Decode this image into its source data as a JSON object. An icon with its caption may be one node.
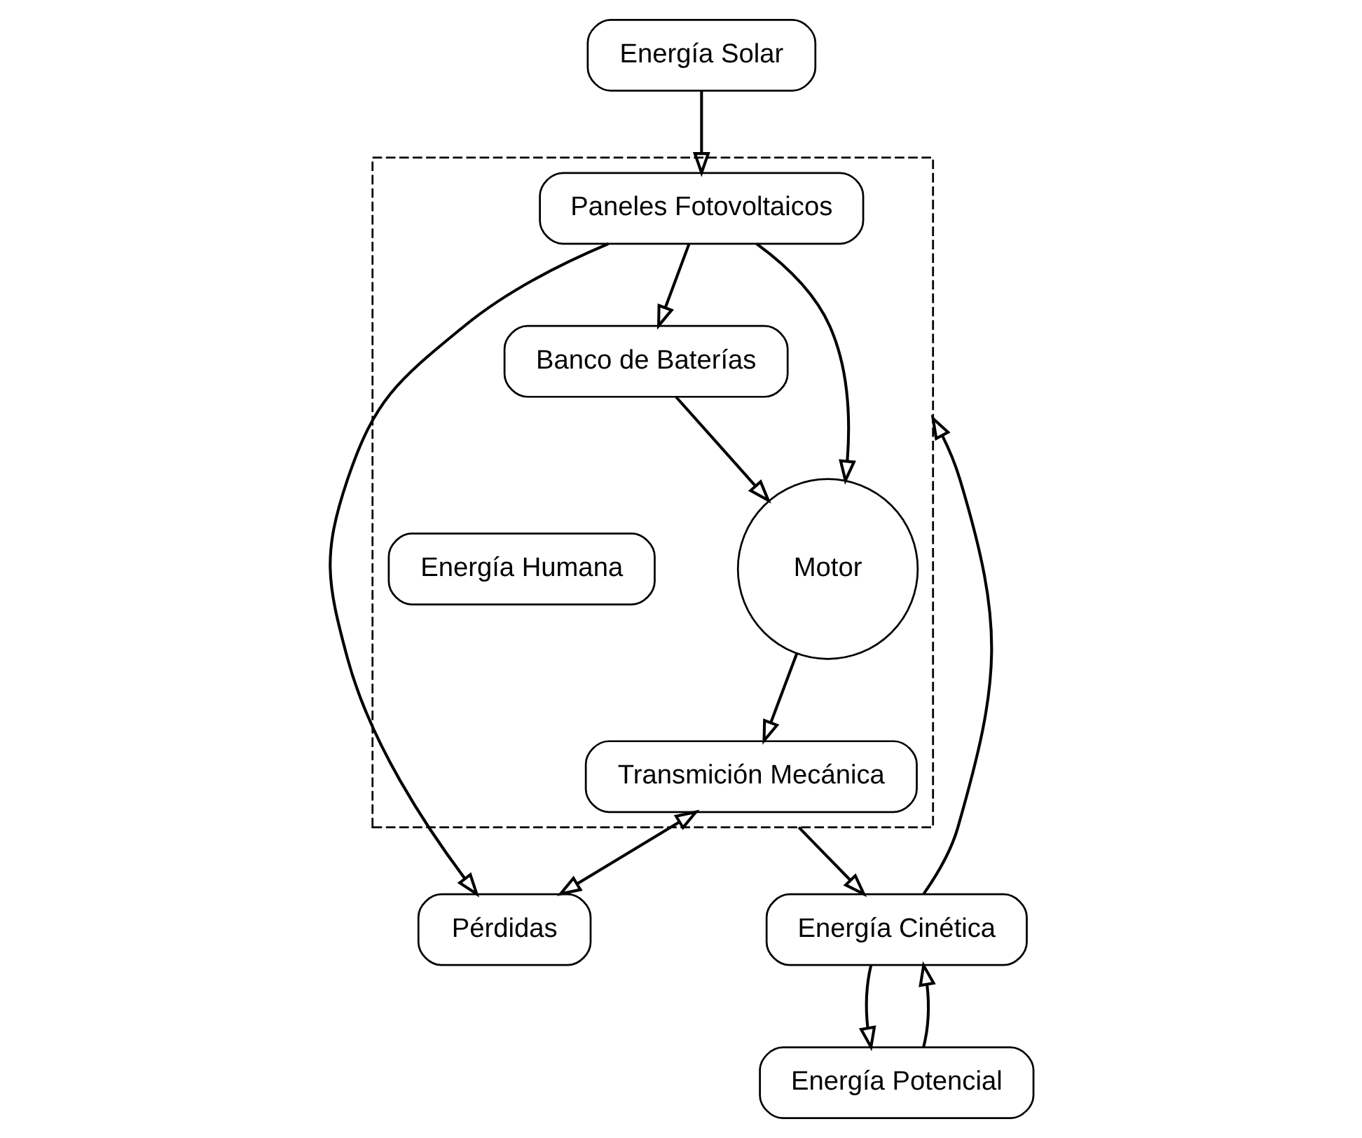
{
  "diagram": {
    "nodes": [
      {
        "text": [
          "Energía Solar"
        ]
      },
      {
        "text": [],
        "shape": "box"
      },
      {
        "text": [
          "Paneles Fotovoltaicos"
        ],
        "in": 1
      },
      {
        "text": [
          "Banco de Baterías"
        ],
        "in": 1
      },
      {
        "text": [
          "Motor"
        ],
        "in": 1
      },
      {
        "text": [
          "Energía Humana"
        ],
        "in": 1
      },
      {
        "text": [
          "Transmición Mecánica"
        ],
        "in": 1
      },
      {
        "text": [
          "Pérdidas"
        ]
      },
      {
        "text": [
          "Energía Cinética"
        ]
      },
      {
        "text": [
          "Energía Potencial"
        ]
      }
    ],
    "edges": [
      {
        "from": 0,
        "to": 2,
        "arrow": "to"
      },
      {
        "from": 2,
        "to": 3,
        "arrow": "to"
      },
      {
        "from": 2,
        "to": 7,
        "arrow": "to"
      },
      {
        "from": 2,
        "to": 4,
        "arrow": "to"
      },
      {
        "from": 3,
        "to": 4,
        "arrow": "to"
      },
      {
        "from": 4,
        "to": 6,
        "arrow": "to"
      },
      {
        "from": 6,
        "to": 7,
        "arrow": "both"
      },
      {
        "from": 1,
        "to": 8,
        "arrow": "to"
      },
      {
        "from": 8,
        "to": 1,
        "arrow": "to"
      },
      {
        "from": 8,
        "to": 9,
        "arrow": "to"
      },
      {
        "from": 9,
        "to": 8,
        "arrow": "to"
      }
    ]
  }
}
